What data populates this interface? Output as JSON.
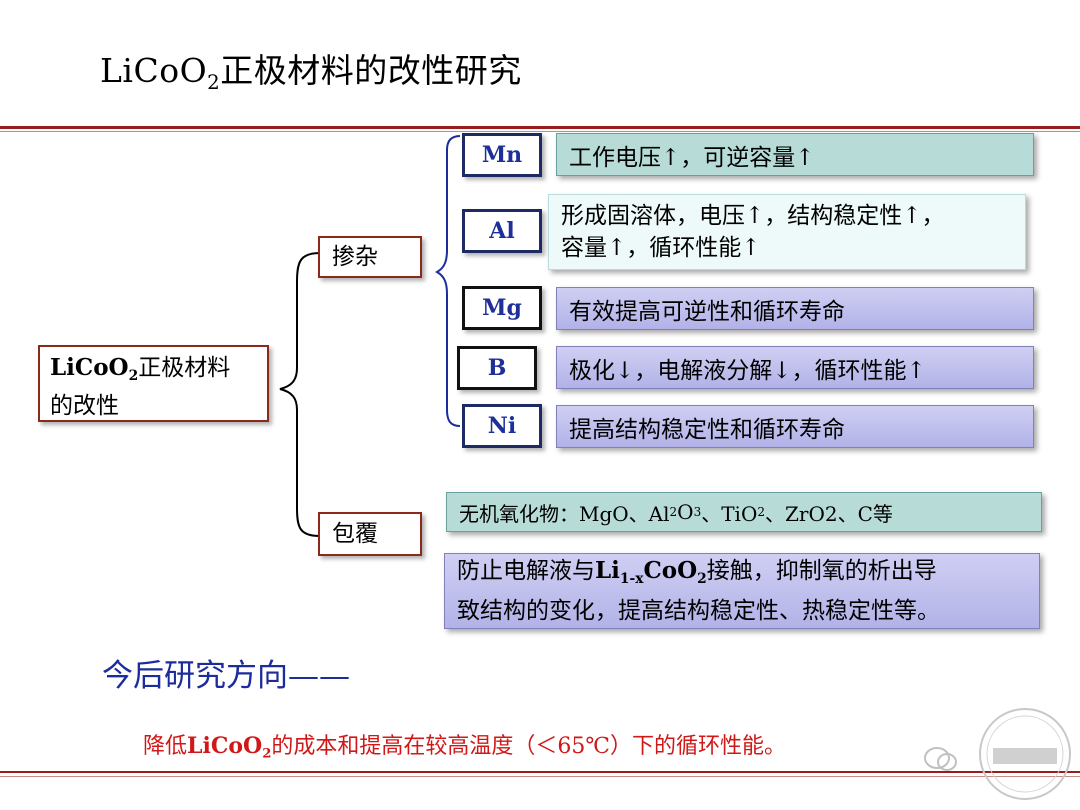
{
  "title": {
    "main": "LiCoO",
    "sub": "2",
    "rest": "正极材料的改性研究"
  },
  "root": {
    "line1_a": "LiCoO",
    "line1_sub": "2",
    "line1_b": "正极材料",
    "line2": "的改性"
  },
  "doping": {
    "label": "掺杂",
    "items": [
      {
        "element": "Mn",
        "text": "工作电压↑，可逆容量↑"
      },
      {
        "element": "Al",
        "text_line1": "形成固溶体，电压↑，结构稳定性↑，",
        "text_line2": "容量↑，循环性能↑"
      },
      {
        "element": "Mg",
        "text": "有效提高可逆性和循环寿命"
      },
      {
        "element": "B",
        "text": "极化↓，电解液分解↓，循环性能↑"
      },
      {
        "element": "Ni",
        "text": "提高结构稳定性和循环寿命"
      }
    ]
  },
  "coating": {
    "label": "包覆",
    "materials": {
      "prefix": "无机氧化物：MgO、Al",
      "s1": "2",
      "m1": "O",
      "s2": "3",
      "m2": "、TiO",
      "s3": "2",
      "suffix": "、ZrO2、C等"
    },
    "effect": {
      "a": "防止电解液与",
      "b": "Li",
      "b_sub": "1-x",
      "c": "CoO",
      "c_sub": "2",
      "d": "接触，抑制氧的析出导",
      "line2": "致结构的变化，提高结构稳定性、热稳定性等。"
    }
  },
  "future": {
    "heading": "今后研究方向——"
  },
  "footer": {
    "a": "降低",
    "b": "LiCoO",
    "b_sub": "2",
    "c": "的成本和提高在较高温度（＜65℃）下的循环性能。"
  },
  "colors": {
    "rule": "#9b1c1c",
    "teal": "#b7dcd8",
    "purple": "#b2b2e8",
    "blue_text": "#1c2c9c",
    "red_text": "#d01818"
  }
}
